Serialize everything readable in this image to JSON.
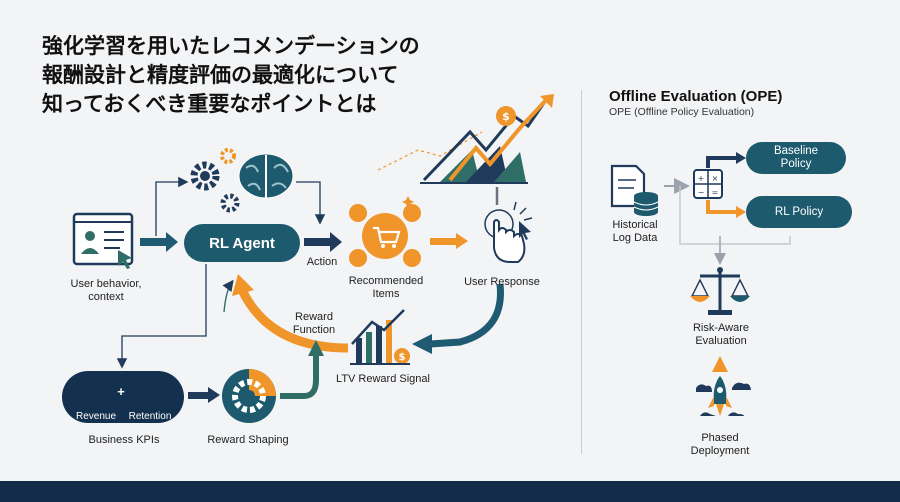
{
  "title_lines": [
    "強化学習を用いたレコメンデーションの",
    "報酬設計と精度評価の最適化について",
    "知っておくべき重要なポイントとは"
  ],
  "agent_label": "RL Agent",
  "labels": {
    "user_context": "User behavior,\ncontext",
    "action": "Action",
    "recommended_items": "Recommended\nItems",
    "user_response": "User Response",
    "reward_function": "Reward\nFunction",
    "ltv_reward_signal": "LTV Reward Signal",
    "business_kpis": "Business KPIs",
    "reward_shaping": "Reward Shaping",
    "revenue": "Revenue",
    "retention": "Retention",
    "plus": "+"
  },
  "ope": {
    "title": "Offline Evaluation (OPE)",
    "subtitle": "OPE (Offline Policy Evaluation)",
    "historical_log": "Historical\nLog Data",
    "baseline_policy": "Baseline\nPolicy",
    "rl_policy": "RL Policy",
    "risk_aware": "Risk-Aware\nEvaluation",
    "phased_deployment": "Phased\nDeployment"
  },
  "colors": {
    "navy": "#14304f",
    "teal": "#1e5a6e",
    "orange": "#f0952a",
    "green": "#2f6e66"
  }
}
